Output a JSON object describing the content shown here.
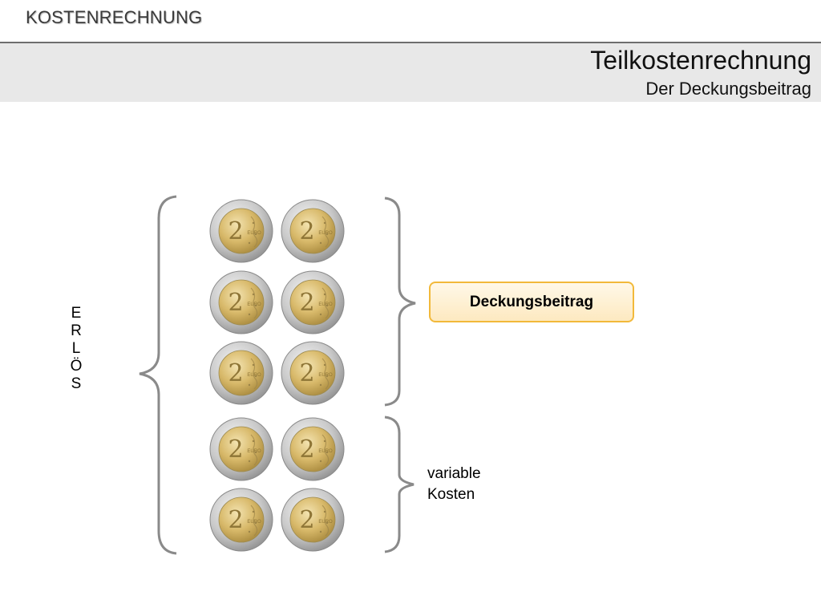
{
  "header": {
    "section_title": "KOSTENRECHNUNG",
    "title": "Teilkostenrechnung",
    "subtitle": "Der Deckungsbeitrag"
  },
  "diagram": {
    "vertical_label_letters": [
      "E",
      "R",
      "L",
      "Ö",
      "S"
    ],
    "contribution_label": "Deckungsbeitrag",
    "variable_costs_label": [
      "variable",
      "Kosten"
    ],
    "coin_denomination": "2",
    "coin_label": "EURO",
    "coin_count": 10,
    "colors": {
      "brace": "#8a8a8a",
      "box_border": "#f2b93a",
      "box_fill": "#fde9c0",
      "coin_ring": "#c9c9c9",
      "coin_core": "#d8b96a"
    }
  }
}
